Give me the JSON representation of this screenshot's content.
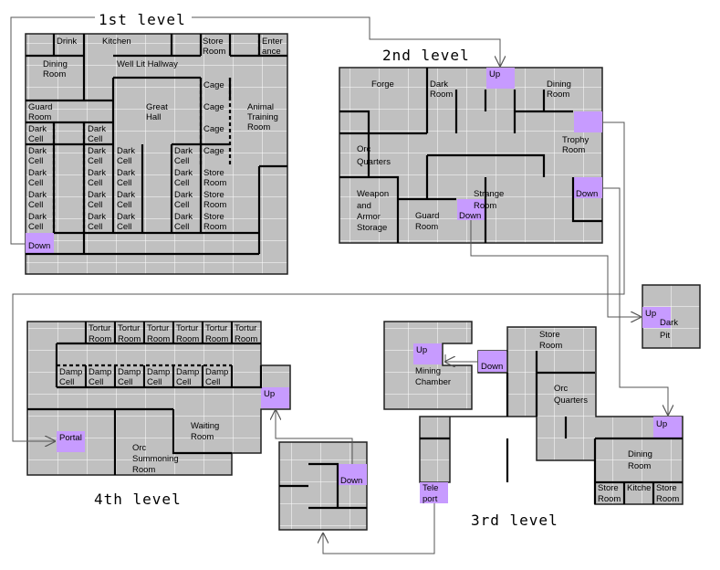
{
  "levels": {
    "level1": {
      "title": "1st level",
      "rooms": {
        "drink": "Drink",
        "kitchen": "Kitchen",
        "store_room_line1": "Store",
        "store_room_line2": "Room",
        "entrance_line1": "Enter",
        "entrance_line2": "ance",
        "dining_room_line1": "Dining",
        "dining_room_line2": "Room",
        "hallway": "Well Lit Hallway",
        "guard_room_line1": "Guard",
        "guard_room_line2": "Room",
        "great_hall_line1": "Great",
        "great_hall_line2": "Hall",
        "cage": "Cage",
        "animal_training_line1": "Animal",
        "animal_training_line2": "Training",
        "animal_training_line3": "Room",
        "dark": "Dark",
        "cell": "Cell",
        "store": "Store",
        "room": "Room",
        "down": "Down"
      }
    },
    "level2": {
      "title": "2nd level",
      "rooms": {
        "up": "Up",
        "forge": "Forge",
        "dark_room_line1": "Dark",
        "dark_room_line2": "Room",
        "dining_room_line1": "Dining",
        "dining_room_line2": "Room",
        "trophy_room_line1": "Trophy",
        "trophy_room_line2": "Room",
        "orc_quarters_line1": "Orc",
        "orc_quarters_line2": "Quarters",
        "weapon_line1": "Weapon",
        "weapon_line2": "and",
        "weapon_line3": "Armor",
        "weapon_line4": "Storage",
        "guard_room_line1": "Guard",
        "guard_room_line2": "Room",
        "strange_room_line1": "Strange",
        "strange_room_line2": "Room",
        "down": "Down"
      }
    },
    "dark_pit": {
      "up": "Up",
      "label_line1": "Dark",
      "label_line2": "Pit"
    },
    "level3": {
      "title": "3rd level",
      "rooms": {
        "up": "Up",
        "mining_line1": "Mining",
        "mining_line2": "Chamber",
        "down": "Down",
        "store_room_line1": "Store",
        "store_room_line2": "Room",
        "orc_quarters_line1": "Orc",
        "orc_quarters_line2": "Quarters",
        "dining_line1": "Dining",
        "dining_line2": "Room",
        "store": "Store",
        "room": "Room",
        "kitchen": "Kitche",
        "teleport_line1": "Tele",
        "teleport_line2": "port"
      }
    },
    "small_room": {
      "down": "Down"
    },
    "level4": {
      "title": "4th level",
      "rooms": {
        "tortur": "Tortur",
        "room": "Room",
        "damp": "Damp",
        "cell": "Cell",
        "up": "Up",
        "portal": "Portal",
        "waiting_line1": "Waiting",
        "waiting_line2": "Room",
        "orc_line1": "Orc",
        "orc_line2": "Summoning",
        "orc_line3": "Room"
      }
    }
  },
  "colors": {
    "floor": "#c0c0c0",
    "stairs_marker": "#c79bff",
    "grid": "#ffffff",
    "wall": "#000000"
  }
}
